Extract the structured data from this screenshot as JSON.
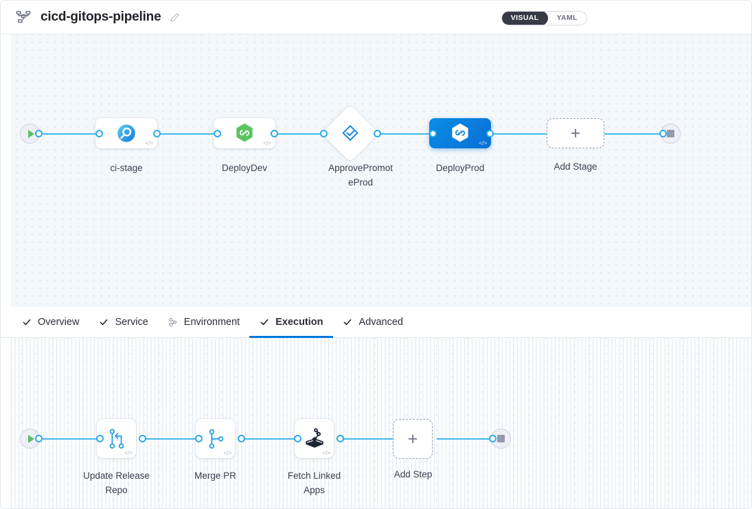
{
  "header": {
    "pipeline_icon": "pipeline-nodes-icon",
    "title": "cicd-gitops-pipeline",
    "edit_icon": "pencil-icon",
    "view_toggle": {
      "options": [
        {
          "label": "VISUAL",
          "active": true
        },
        {
          "label": "YAML",
          "active": false
        }
      ],
      "active_color": "#383946"
    }
  },
  "stage_canvas": {
    "start_node": {
      "name": "start-node",
      "icon": "play-icon"
    },
    "end_node": {
      "name": "end-node",
      "icon": "stop-icon"
    },
    "stages": [
      {
        "label": "ci-stage",
        "icon": "ci-build-magnifier-icon",
        "type": "rounded",
        "selected": false,
        "code_badge": "</>"
      },
      {
        "label": "DeployDev",
        "icon": "harness-hexagon-green-icon",
        "type": "rounded",
        "selected": false,
        "code_badge": "</>"
      },
      {
        "label": "ApprovePromotePro",
        "label_l1": "ApprovePromot",
        "label_l2": "eProd",
        "icon": "approval-diamond-check-icon",
        "type": "diamond",
        "selected": false
      },
      {
        "label": "DeployProd",
        "icon": "harness-hexagon-white-icon",
        "type": "rounded",
        "selected": true,
        "code_badge": "</>"
      }
    ],
    "add_stage": {
      "label": "Add Stage",
      "icon": "plus-icon"
    }
  },
  "tabs": [
    {
      "label": "Overview",
      "icon": "check-icon",
      "active": false
    },
    {
      "label": "Service",
      "icon": "check-icon",
      "active": false
    },
    {
      "label": "Environment",
      "icon": "environment-icon",
      "active": false
    },
    {
      "label": "Execution",
      "icon": "check-icon",
      "active": true
    },
    {
      "label": "Advanced",
      "icon": "check-icon",
      "active": false
    }
  ],
  "step_canvas": {
    "start_node": {
      "name": "start-node",
      "icon": "play-icon"
    },
    "end_node": {
      "name": "end-node",
      "icon": "stop-icon"
    },
    "steps": [
      {
        "label_l1": "Update Release",
        "label_l2": "Repo",
        "icon": "git-merge-icon",
        "code_badge": "</>"
      },
      {
        "label_l1": "Merge PR",
        "label_l2": "",
        "icon": "git-branch-icon",
        "code_badge": "</>"
      },
      {
        "label_l1": "Fetch Linked",
        "label_l2": "Apps",
        "icon": "argocd-octopus-icon",
        "code_badge": "</>"
      }
    ],
    "add_step": {
      "label": "Add Step",
      "icon": "plus-icon"
    }
  },
  "colors": {
    "edge": "#44b9ee",
    "port": "#2caae4",
    "active_tab": "#0278d5",
    "selected_stage": "#0a7fdc",
    "canvas_top_bg": "#f4f8fb",
    "canvas_bottom_bg": "#fbfcfe"
  }
}
